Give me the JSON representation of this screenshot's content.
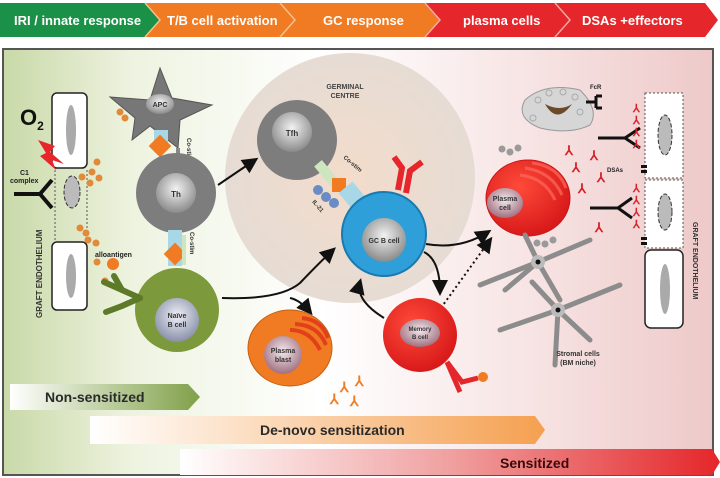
{
  "header": {
    "stages": [
      {
        "label": "IRI / innate response",
        "color": "#1a9146"
      },
      {
        "label": "T/B cell activation",
        "color": "#f07b23"
      },
      {
        "label": "GC response",
        "color": "#f07b23"
      },
      {
        "label": "plasma cells",
        "color": "#e5262a"
      },
      {
        "label": "DSAs +effectors",
        "color": "#e5262a"
      }
    ]
  },
  "left": {
    "o2": "O",
    "o2_sub": "2",
    "c1_line1": "C1",
    "c1_line2": "complex",
    "graft_label": "GRAFT ENDOTHELIUM",
    "alloantigen": "alloantigen",
    "apc": "APC",
    "th": "Th",
    "costim": "Co-stim",
    "naive_line1": "Naïve",
    "naive_line2": "B cell"
  },
  "center": {
    "gc_line1": "GERMINAL",
    "gc_line2": "CENTRE",
    "tfh": "Tfh",
    "costim": "Co-stim",
    "il21": "IL-21",
    "gc_bcell": "GC B cell",
    "plasmablast_line1": "Plasma",
    "plasmablast_line2": "blast",
    "memory_line1": "Memory",
    "memory_line2": "B cell"
  },
  "right": {
    "fcr": "FcR",
    "dsas": "DSAs",
    "plasma_line1": "Plasma",
    "plasma_line2": "cell",
    "stromal_line1": "Stromal cells",
    "stromal_line2": "(BM niche)",
    "graft_label": "GRAFT ENDOTHELIUM"
  },
  "footer": {
    "non_sensitized": "Non-sensitized",
    "de_novo": "De-novo sensitization",
    "sensitized": "Sensitized"
  }
}
